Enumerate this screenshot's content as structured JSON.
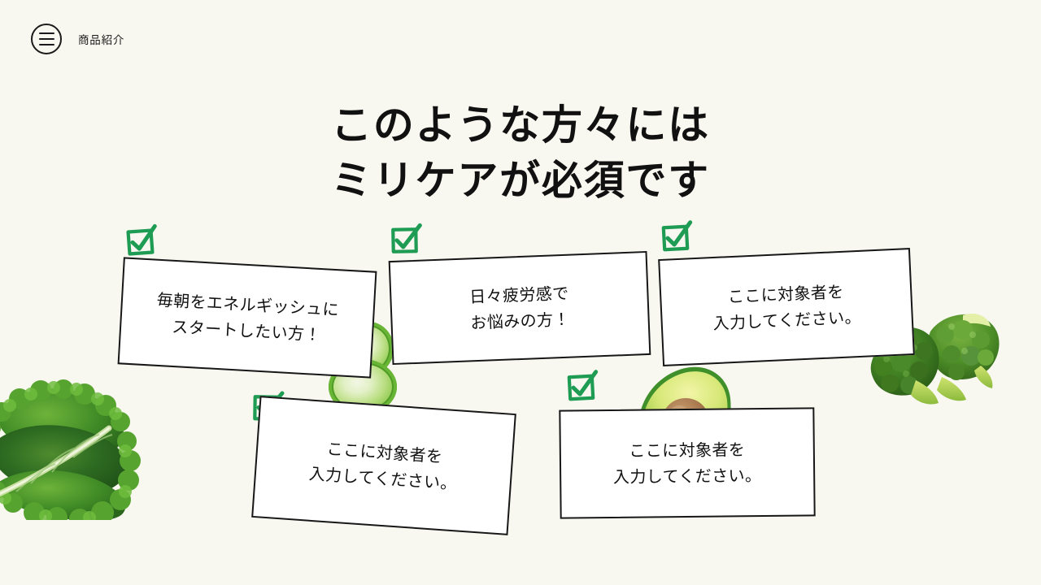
{
  "background_color": "#f8f7f0",
  "header": {
    "menu_icon": "hamburger-menu-icon",
    "title": "商品紹介"
  },
  "title": {
    "line1": "このような方々には",
    "line2": "ミリケアが必須です",
    "color": "#111111"
  },
  "checkbox": {
    "icon": "checkbox-checked-icon",
    "color": "#1f9c54"
  },
  "cards": [
    {
      "id": "card-1",
      "line1": "毎朝をエネルギッシュに",
      "line2": "スタートしたい方！",
      "text": "毎朝をエネルギッシュに\nスタートしたい方！",
      "rotation_deg": 3.2
    },
    {
      "id": "card-2",
      "line1": "日々疲労感で",
      "line2": "お悩みの方！",
      "text": "日々疲労感で\nお悩みの方！",
      "rotation_deg": -2.2
    },
    {
      "id": "card-3",
      "line1": "ここに対象者を",
      "line2": "入力してください。",
      "text": "ここに対象者を\n入力してください。",
      "rotation_deg": -2.6
    },
    {
      "id": "card-4",
      "line1": "ここに対象者を",
      "line2": "入力してください。",
      "text": "ここに対象者を\n入力してください。",
      "rotation_deg": 4
    },
    {
      "id": "card-5",
      "line1": "ここに対象者を",
      "line2": "入力してください。",
      "text": "ここに対象者を\n入力してください。",
      "rotation_deg": -0.6
    }
  ],
  "produce": [
    {
      "name": "kale-leaf-image",
      "position": "bottom-left"
    },
    {
      "name": "cucumber-slices-image",
      "position": "center-left"
    },
    {
      "name": "avocado-half-image",
      "position": "center-right"
    },
    {
      "name": "broccoli-image",
      "position": "right"
    }
  ]
}
